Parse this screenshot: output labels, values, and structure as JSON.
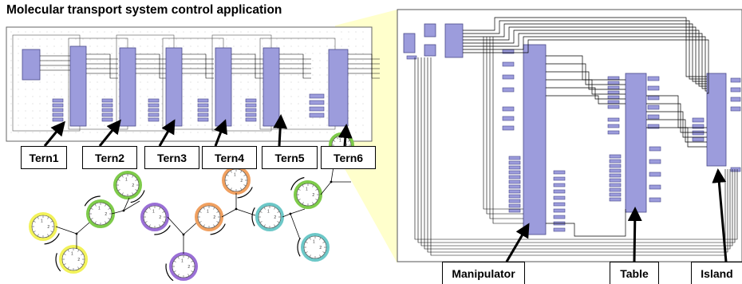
{
  "title": "Molecular transport system control application",
  "terns": [
    {
      "label": "Tern1"
    },
    {
      "label": "Tern2"
    },
    {
      "label": "Tern3"
    },
    {
      "label": "Tern4"
    },
    {
      "label": "Tern5"
    },
    {
      "label": "Tern6"
    }
  ],
  "detail_labels": {
    "manipulator": "Manipulator",
    "table": "Table",
    "island": "Island"
  },
  "colors": {
    "block_fill": "#9c9cdc",
    "block_stroke": "#4a4a8a",
    "highlight": "#ffffcc",
    "clock_yellow": "#f2f25a",
    "clock_green": "#7ecb4a",
    "clock_purple": "#9a6fd6",
    "clock_orange": "#f0a060",
    "clock_cyan": "#6cc8c8"
  },
  "clocks": [
    {
      "color": "yellow",
      "nums": [
        "1",
        "2",
        "3"
      ]
    },
    {
      "color": "yellow",
      "nums": [
        "1",
        "2",
        "3"
      ]
    },
    {
      "color": "green",
      "nums": [
        "1",
        "2",
        "3"
      ]
    },
    {
      "color": "green",
      "nums": [
        "1",
        "2",
        "3"
      ]
    },
    {
      "color": "purple",
      "nums": [
        "1",
        "2",
        "3"
      ]
    },
    {
      "color": "purple",
      "nums": [
        "1",
        "2",
        "3"
      ]
    },
    {
      "color": "orange",
      "nums": [
        "1",
        "2",
        "3"
      ]
    },
    {
      "color": "orange",
      "nums": [
        "1",
        "2",
        "3"
      ]
    },
    {
      "color": "cyan",
      "nums": [
        "1",
        "2",
        "3"
      ]
    },
    {
      "color": "cyan",
      "nums": [
        "1",
        "2",
        "3"
      ]
    },
    {
      "color": "green",
      "nums": [
        "1",
        "2",
        "3"
      ]
    },
    {
      "color": "green",
      "nums": [
        "1",
        "2",
        "3"
      ]
    }
  ]
}
